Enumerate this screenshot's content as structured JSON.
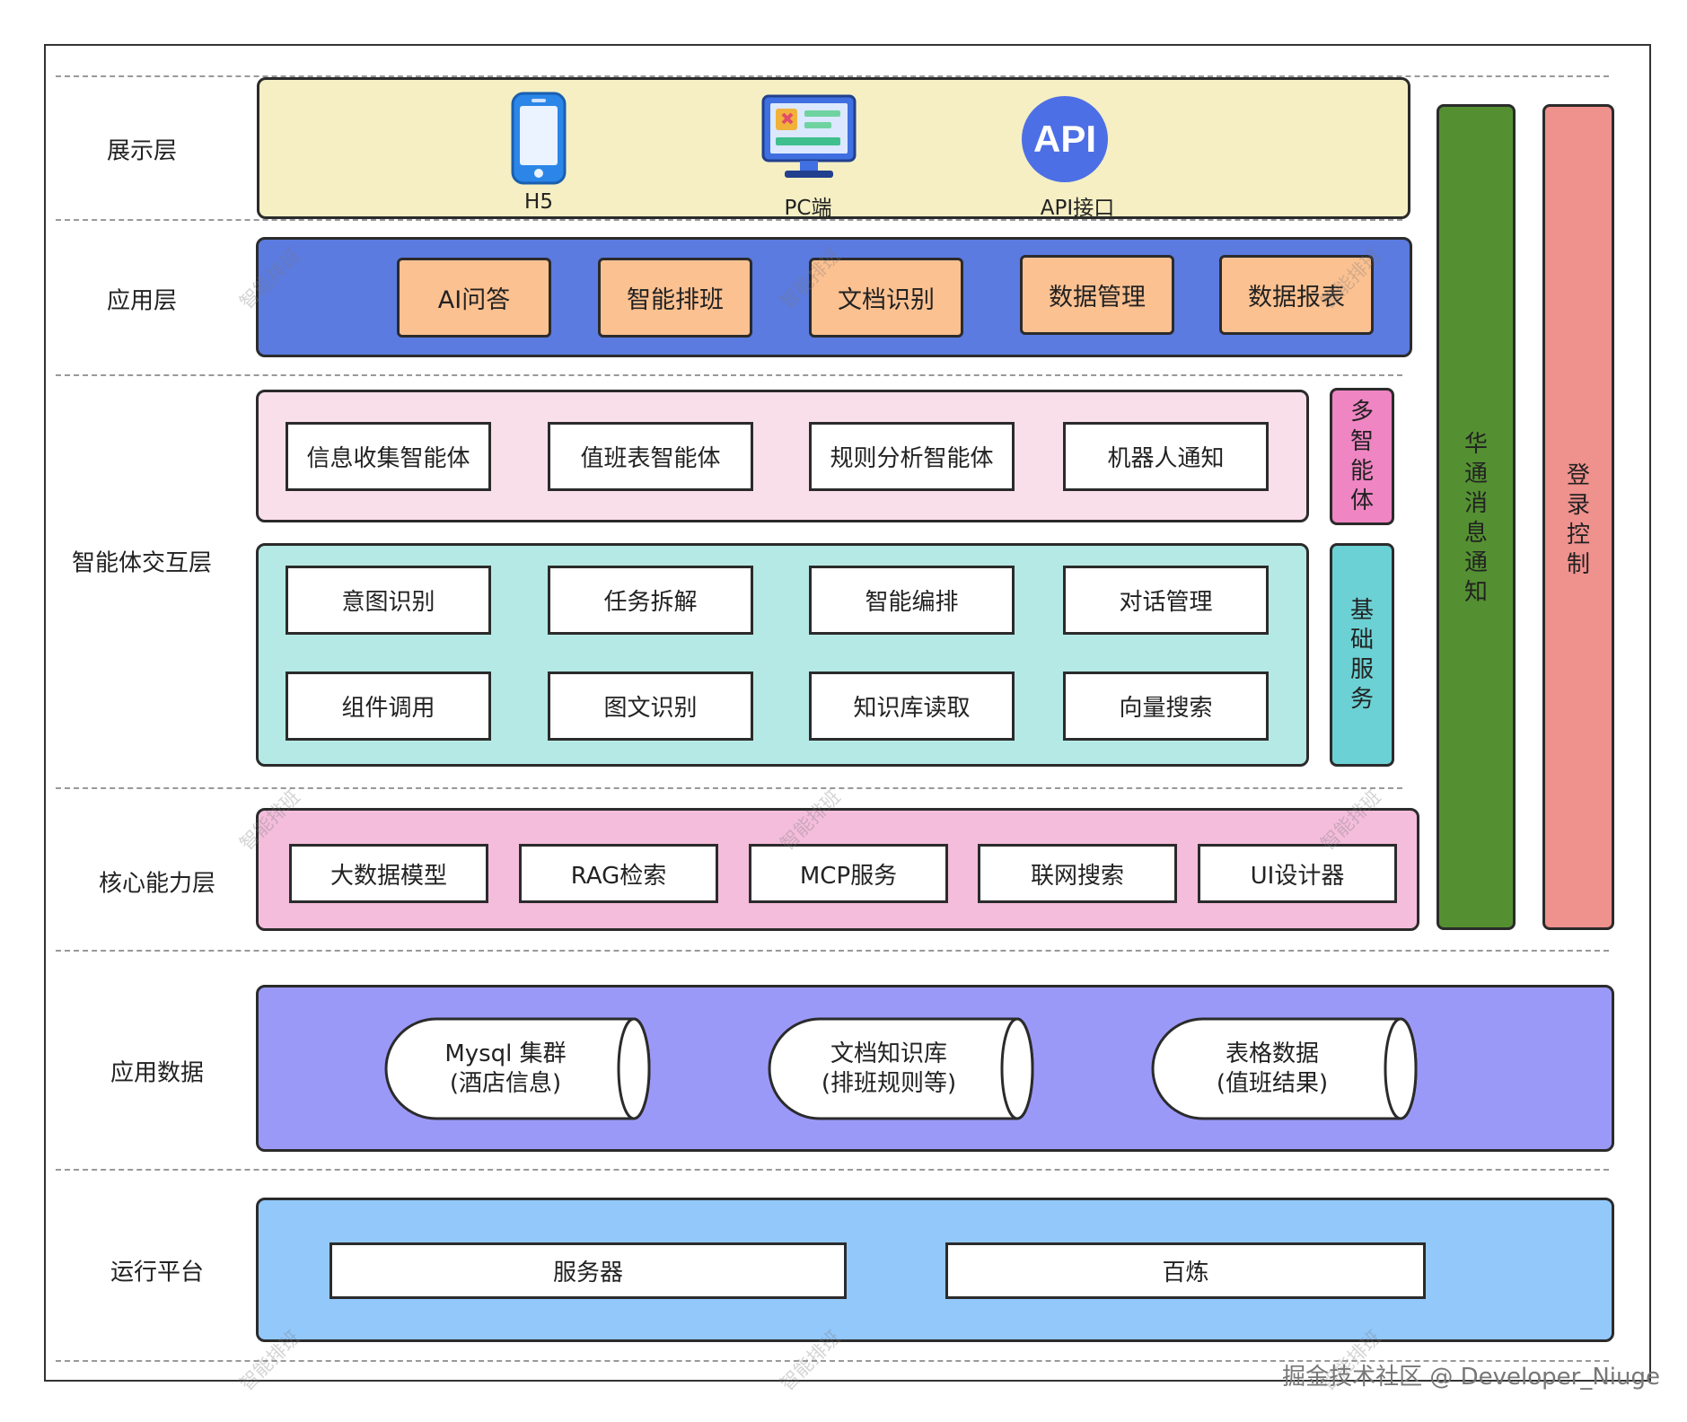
{
  "layers": {
    "presentation": {
      "label": "展示层",
      "items": [
        {
          "label": "H5",
          "icon": "mobile-phone-icon"
        },
        {
          "label": "PC端",
          "icon": "desktop-monitor-icon"
        },
        {
          "label": "API接口",
          "icon": "api-badge-icon",
          "badge": "API"
        }
      ]
    },
    "application": {
      "label": "应用层",
      "items": [
        "AI问答",
        "智能排班",
        "文档识别",
        "数据管理",
        "数据报表"
      ]
    },
    "agent_interaction": {
      "label": "智能体交互层",
      "multi_agent": {
        "side_label": [
          "多",
          "智",
          "能",
          "体"
        ],
        "items": [
          "信息收集智能体",
          "值班表智能体",
          "规则分析智能体",
          "机器人通知"
        ]
      },
      "basic_services": {
        "side_label": [
          "基",
          "础",
          "服",
          "务"
        ],
        "row1": [
          "意图识别",
          "任务拆解",
          "智能编排",
          "对话管理"
        ],
        "row2": [
          "组件调用",
          "图文识别",
          "知识库读取",
          "向量搜索"
        ]
      }
    },
    "core": {
      "label": "核心能力层",
      "items": [
        "大数据模型",
        "RAG检索",
        "MCP服务",
        "联网搜索",
        "UI设计器"
      ]
    },
    "data": {
      "label": "应用数据",
      "items": [
        {
          "line1": "Mysql 集群",
          "line2": "(酒店信息)"
        },
        {
          "line1": "文档知识库",
          "line2": "(排班规则等)"
        },
        {
          "line1": "表格数据",
          "line2": "(值班结果)"
        }
      ]
    },
    "platform": {
      "label": "运行平台",
      "items": [
        "服务器",
        "百炼"
      ]
    }
  },
  "sidebars": {
    "notify": [
      "华",
      "通",
      "消",
      "息",
      "通",
      "知"
    ],
    "login": [
      "登",
      "录",
      "控",
      "制"
    ]
  },
  "watermark": "智能排班",
  "credit": "掘金技术社区 @ Developer_Niuge",
  "colors": {
    "presentation_bg": "#f5efc3",
    "application_bg": "#5b7be0",
    "app_button_bg": "#fcc191",
    "multi_agent_bg": "#f9dfea",
    "basic_services_bg": "#b5e9e5",
    "multi_agent_side_bg": "#ef85c2",
    "basic_services_side_bg": "#6cd1d4",
    "core_bg": "#f4bddc",
    "data_bg": "#9b99f8",
    "platform_bg": "#93c8fb",
    "notify_bar_bg": "#549032",
    "login_bar_bg": "#ef918d",
    "icon_blue": "#2b86e8",
    "api_badge": "#4d6fe6"
  }
}
